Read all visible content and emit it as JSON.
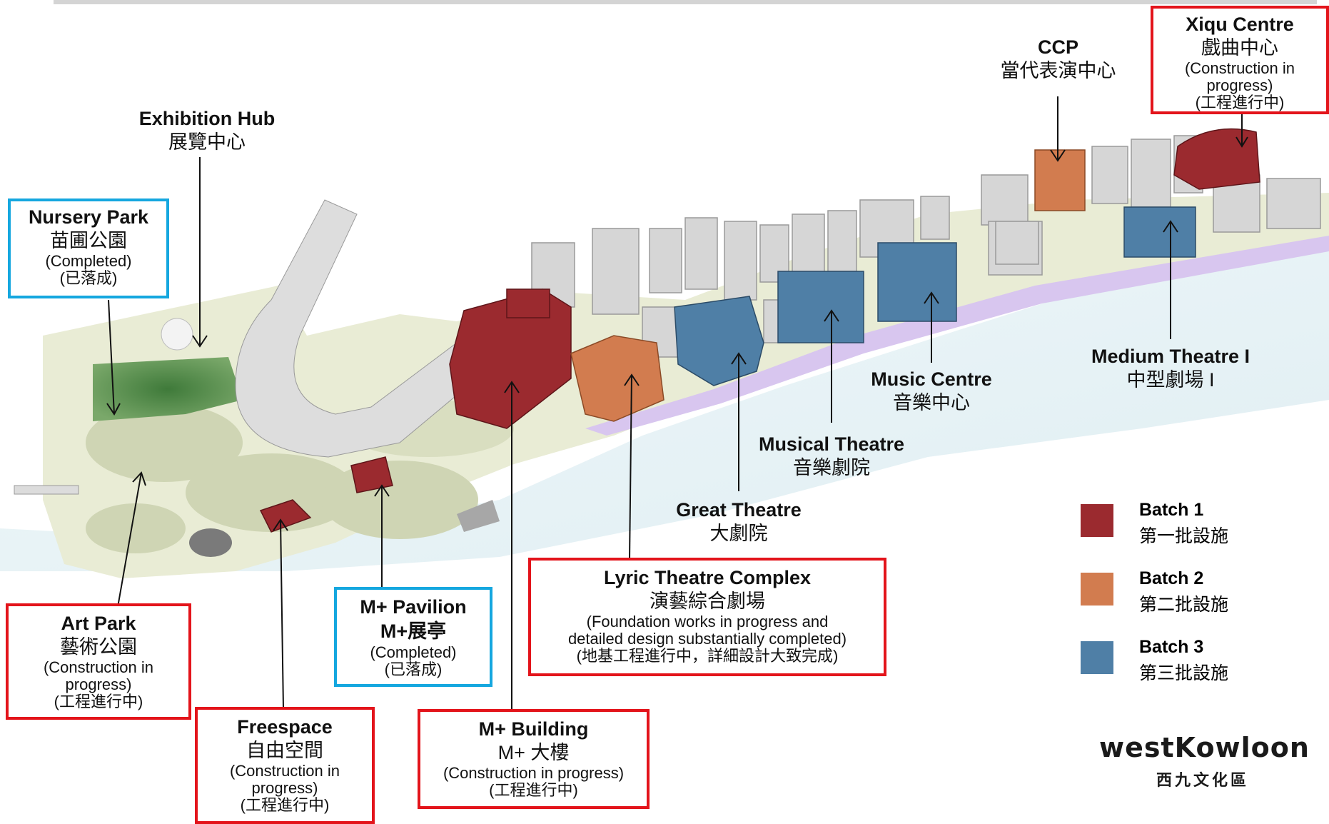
{
  "labels": {
    "exhibition_hub": {
      "en": "Exhibition Hub",
      "zh": "展覽中心"
    },
    "nursery_park": {
      "en": "Nursery Park",
      "zh": "苗圃公園",
      "status_en": "(Completed)",
      "status_zh": "(已落成)"
    },
    "ccp": {
      "en": "CCP",
      "zh": "當代表演中心"
    },
    "xiqu_centre": {
      "en": "Xiqu Centre",
      "zh": "戲曲中心",
      "status_en": "(Construction in progress)",
      "status_zh": "(工程進行中)"
    },
    "medium_theatre": {
      "en": "Medium Theatre I",
      "zh": "中型劇場 I"
    },
    "music_centre": {
      "en": "Music Centre",
      "zh": "音樂中心"
    },
    "musical_theatre": {
      "en": "Musical Theatre",
      "zh": "音樂劇院"
    },
    "great_theatre": {
      "en": "Great Theatre",
      "zh": "大劇院"
    },
    "lyric_theatre": {
      "en": "Lyric Theatre Complex",
      "zh": "演藝綜合劇場",
      "status_en": "(Foundation works in progress and detailed design substantially completed)",
      "status_zh": "(地基工程進行中，詳細設計大致完成)"
    },
    "m_pavilion": {
      "en": "M+ Pavilion",
      "zh": "M+展亭",
      "status_en": "(Completed)",
      "status_zh": "(已落成)"
    },
    "art_park": {
      "en": "Art Park",
      "zh": "藝術公園",
      "status_en": "(Construction in progress)",
      "status_zh": "(工程進行中)"
    },
    "freespace": {
      "en": "Freespace",
      "zh": "自由空間",
      "status_en": "(Construction in progress)",
      "status_zh": "(工程進行中)"
    },
    "m_building": {
      "en": "M+ Building",
      "zh": "M+ 大樓",
      "status_en": "(Construction in progress)",
      "status_zh": "(工程進行中)"
    }
  },
  "legend": [
    {
      "en": "Batch 1",
      "zh": "第一批設施",
      "color": "#9b2a2f"
    },
    {
      "en": "Batch 2",
      "zh": "第二批設施",
      "color": "#d27c4f"
    },
    {
      "en": "Batch 3",
      "zh": "第三批設施",
      "color": "#4f7fa6"
    }
  ],
  "logo": {
    "en": "westKowloon",
    "zh": "西九文化區"
  },
  "colors": {
    "batch1": "#9b2a2f",
    "batch2": "#d27c4f",
    "batch3": "#4f7fa6",
    "completed_border": "#15a7df",
    "in_progress_border": "#e3141b"
  }
}
